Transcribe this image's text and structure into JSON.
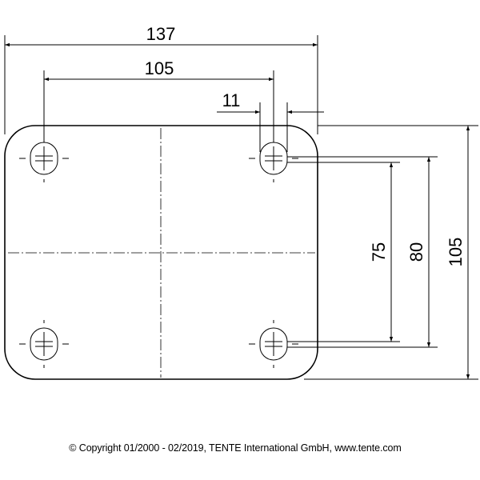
{
  "drawing": {
    "dimensions": {
      "overall_width": "137",
      "hole_spacing_x": "105",
      "slot_width": "11",
      "hole_spacing_y_min": "75",
      "hole_spacing_y_max": "80",
      "overall_height": "105"
    }
  },
  "footer": {
    "copyright": "© Copyright 01/2000 - 02/2019, TENTE International GmbH, www.tente.com"
  }
}
